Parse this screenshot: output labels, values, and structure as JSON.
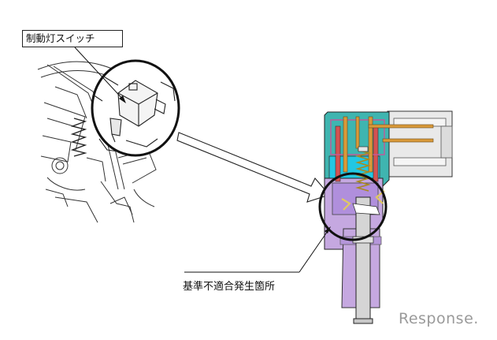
{
  "labels": {
    "brake_light_switch": "制動灯スイッチ",
    "defect_location": "基準不適合発生箇所"
  },
  "watermark": "Response.",
  "colors": {
    "line": "#222222",
    "housing_teal": "#3fb5b0",
    "housing_cyan": "#22c7e3",
    "housing_lavender": "#c5a8e0",
    "housing_purple": "#8a6fc8",
    "terminal_orange": "#d99a3a",
    "plunger_gray": "#d5d5d5",
    "spring_yellow": "#e0c860",
    "connector_gray": "#e9e9e9",
    "watermark_gray": "#9a9a9a"
  }
}
